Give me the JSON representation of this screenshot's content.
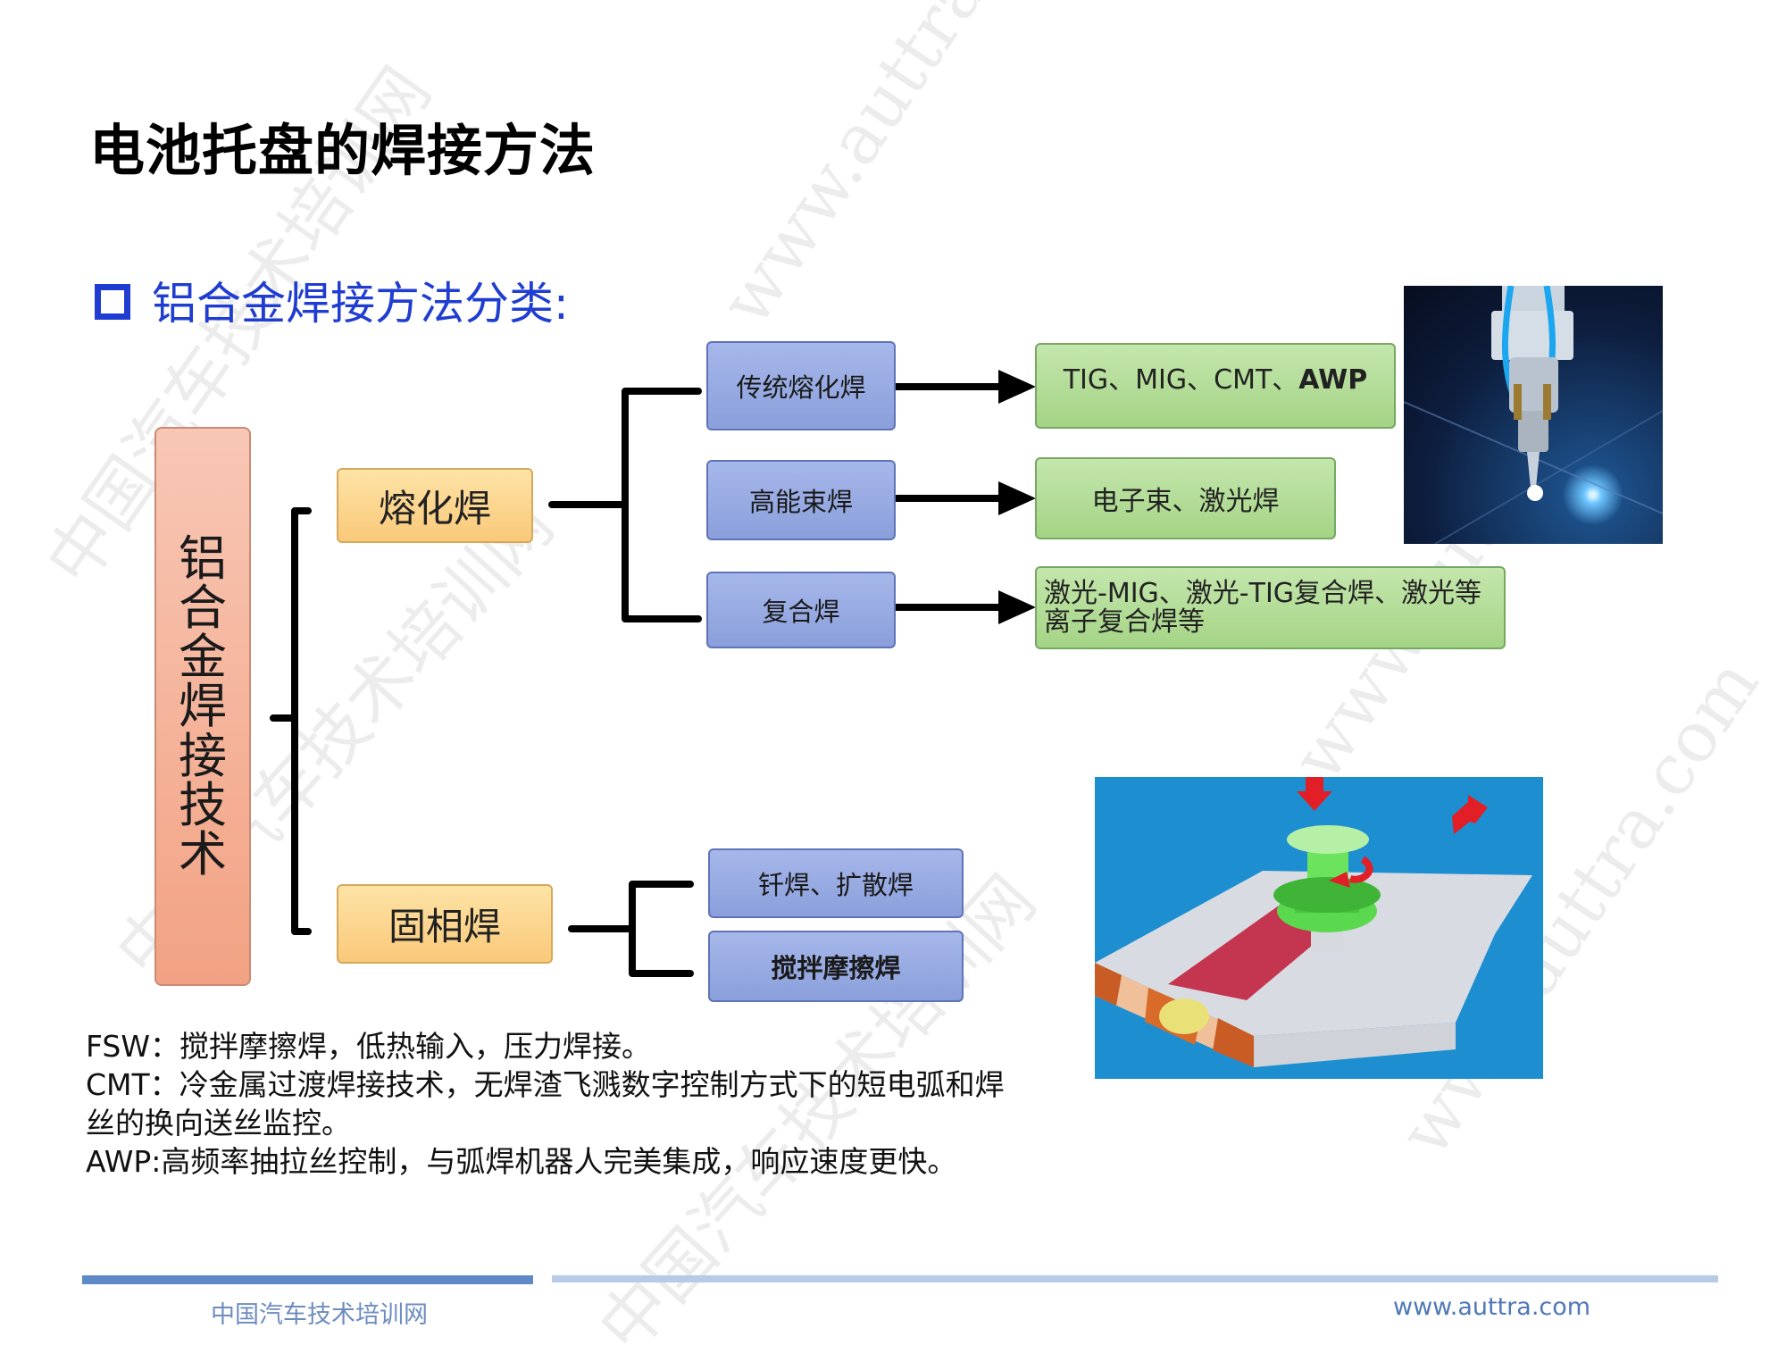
{
  "title": "电池托盘的焊接方法",
  "section": {
    "title": "铝合金焊接方法分类:"
  },
  "tree": {
    "root": "铝合金焊接技术",
    "fusion": {
      "label": "熔化焊",
      "children": [
        {
          "label": "传统熔化焊",
          "result_plain": "TIG、MIG、CMT、",
          "result_bold": "AWP"
        },
        {
          "label": "高能束焊",
          "result": "电子束、激光焊"
        },
        {
          "label": "复合焊",
          "result": "激光-MIG、激光-TIG复合焊、激光等离子复合焊等"
        }
      ]
    },
    "solid": {
      "label": "固相焊",
      "children": [
        {
          "label": "钎焊、扩散焊"
        },
        {
          "label": "搅拌摩擦焊"
        }
      ]
    }
  },
  "notes": [
    "FSW：搅拌摩擦焊，低热输入，压力焊接。",
    "CMT：冷金属过渡焊接技术，无焊渣飞溅数字控制方式下的短电弧和焊丝的换向送丝监控。",
    "AWP:高频率抽拉丝控制，与弧焊机器人完美集成，响应速度更快。"
  ],
  "footer": {
    "left": "中国汽车技术培训网",
    "right": "www.auttra.com"
  },
  "watermark": {
    "cn": "中国汽车技术培训网",
    "url": "www.auttra.com"
  },
  "colors": {
    "accent_blue": "#1f3dd0",
    "root_box": "#f2a283",
    "orange_box": "#fac97a",
    "blue_box": "#8a9fdb",
    "green_box": "#a4d485"
  }
}
